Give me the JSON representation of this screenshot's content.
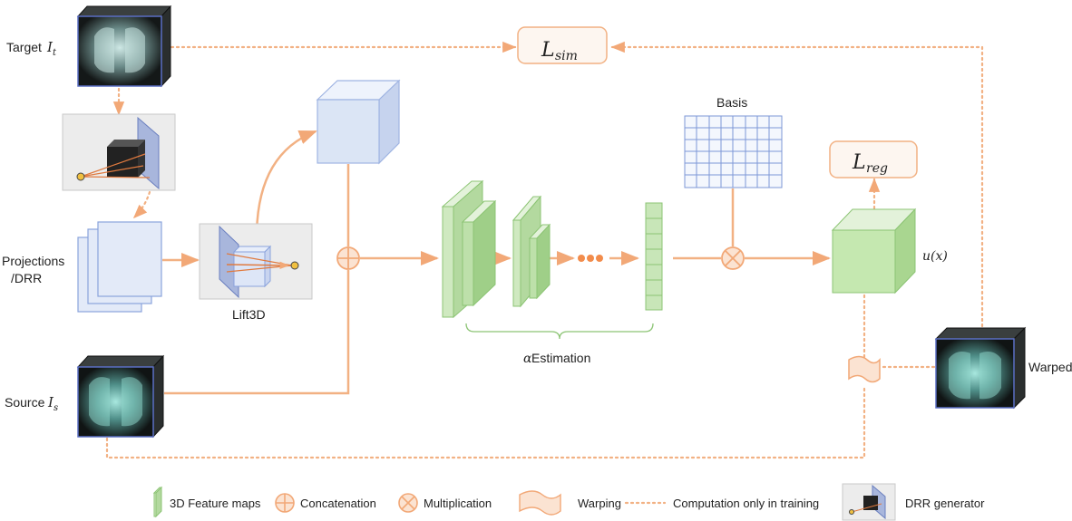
{
  "labels": {
    "target": "Target",
    "target_var": "I",
    "target_sub": "t",
    "projections_line1": "Projections",
    "projections_line2": "/DRR",
    "source": "Source",
    "source_var": "I",
    "source_sub": "s",
    "lift3d": "Lift3D",
    "basis": "Basis",
    "alpha_sym": "α",
    "alpha_text": " Estimation",
    "l_sim_main": "L",
    "l_sim_sub": "sim",
    "l_reg_main": "L",
    "l_reg_sub": "reg",
    "ux": "u(x)",
    "warped": "Warped"
  },
  "legend": {
    "feature_maps": "3D Feature maps",
    "concatenation": "Concatenation",
    "multiplication": "Multiplication",
    "warping": "Warping",
    "training_only": "Computation only in training",
    "drr_generator": "DRR generator"
  },
  "colors": {
    "flow_arrow": "#f2b183",
    "volume_blue": "#dbe5f5",
    "feature_green": "#c8e6b8",
    "output_green": "#c5e8b0",
    "grid_blue": "#7d97d6",
    "ct_dark": "#1b1f1f",
    "ct_teal": "#7fd3c9"
  }
}
